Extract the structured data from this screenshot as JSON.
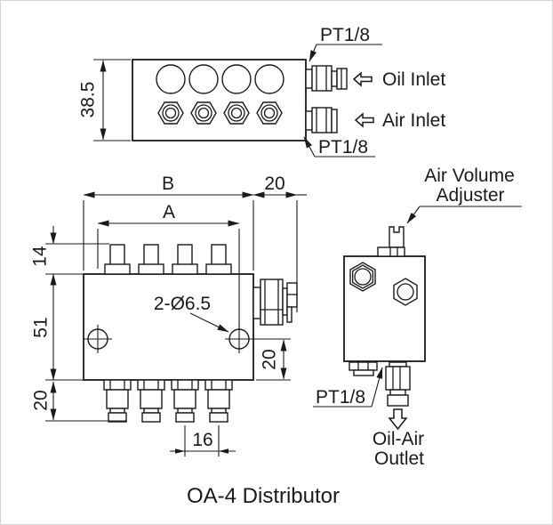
{
  "title": "OA-4 Distributor",
  "colors": {
    "line": "#1a1a1a",
    "background": "#ffffff"
  },
  "top_view": {
    "depth_dim": "38.5",
    "pt_top": "PT1/8",
    "pt_bottom": "PT1/8",
    "oil_inlet": "Oil Inlet",
    "air_inlet": "Air Inlet"
  },
  "front_view": {
    "width_dim": "B",
    "hole_span_dim": "A",
    "fitting_projection_dim": "20",
    "stud_height_dim": "14",
    "body_height_dim": "51",
    "outlet_height_dim": "20",
    "hole_offset_dim": "20",
    "outlet_pitch_dim": "16",
    "holes_note": "2-Ø6.5"
  },
  "side_view": {
    "adjuster_label_line1": "Air Volume",
    "adjuster_label_line2": "Adjuster",
    "pt_label": "PT1/8",
    "outlet_label_line1": "Oil-Air",
    "outlet_label_line2": "Outlet"
  }
}
